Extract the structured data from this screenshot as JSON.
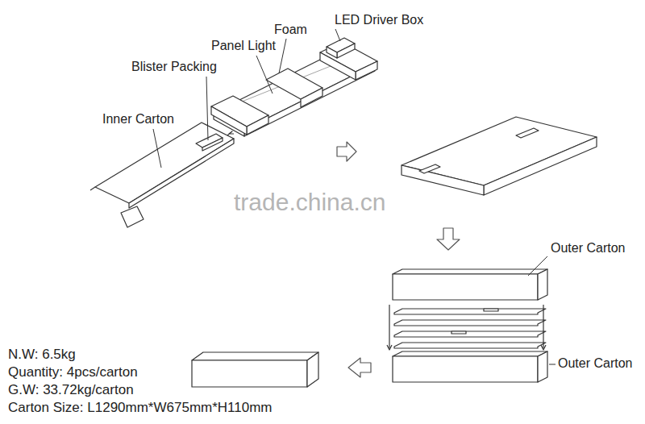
{
  "diagram": {
    "labels": [
      "LED Driver Box",
      "Foam",
      "Panel Light",
      "Blister Packing",
      "Inner Carton",
      "trade.china.cn",
      "Outer Carton",
      "Outer Carton",
      "N.W: 6.5kg",
      "Quantity: 4pcs/carton",
      "G.W: 33.72kg/carton",
      "Carton Size: L1290mm*W675mm*H110mm"
    ]
  }
}
